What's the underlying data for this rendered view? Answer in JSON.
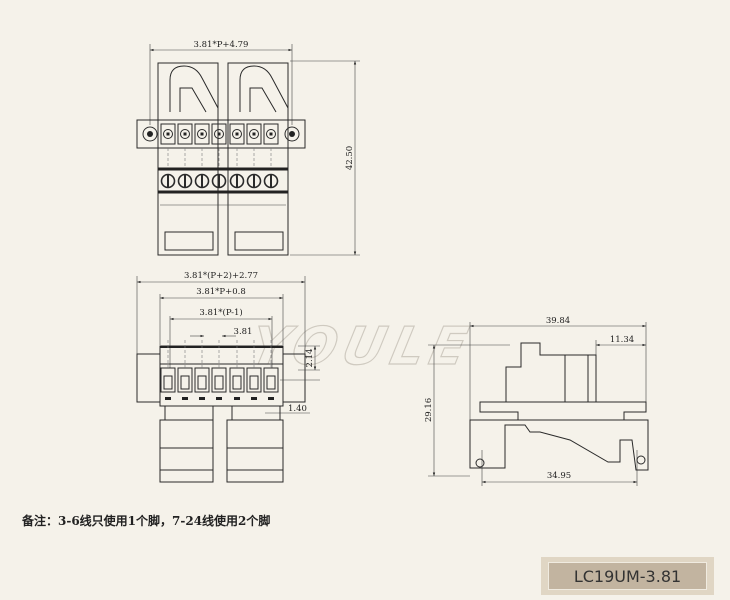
{
  "top_view": {
    "width_dim": "3.81*P+4.79",
    "height_dim": "42.50"
  },
  "front_view": {
    "dim_total": "3.81*(P+2)+2.77",
    "dim_body": "3.81*P+0.8",
    "dim_pitch_span": "3.81*(P-1)",
    "dim_pitch": "3.81",
    "dim_2_14": "2.14",
    "dim_1_40": "1.40"
  },
  "side_view": {
    "dim_length": "39.84",
    "dim_offset": "11.34",
    "dim_height": "29.16",
    "dim_base": "34.95"
  },
  "watermark": "YOULE",
  "note": "备注：3-6线只使用1个脚，7-24线使用2个脚",
  "model_label": "LC19UM-3.81",
  "colors": {
    "background": "#f5f2ea",
    "label_outer": "#e0d6c4",
    "label_inner": "#c2b4a0"
  }
}
